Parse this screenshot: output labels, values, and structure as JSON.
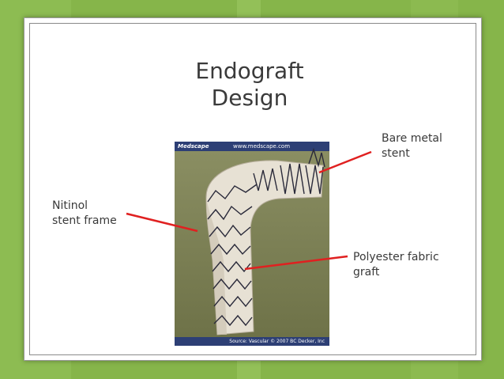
{
  "slide": {
    "title_line1": "Endograft",
    "title_line2": "Design"
  },
  "labels": {
    "bare_metal_line1": "Bare metal",
    "bare_metal_line2": "stent",
    "nitinol_line1": "Nitinol",
    "nitinol_line2": "stent frame",
    "polyester_line1": "Polyester fabric",
    "polyester_line2": "graft"
  },
  "photo": {
    "header_brand": "Medscape",
    "header_url": "www.medscape.com",
    "footer_source": "Source: Vascular © 2007 BC Decker, Inc"
  },
  "colors": {
    "background_green": "#86b54a",
    "pointer_red": "#e02020",
    "text": "#3a3a3a"
  }
}
